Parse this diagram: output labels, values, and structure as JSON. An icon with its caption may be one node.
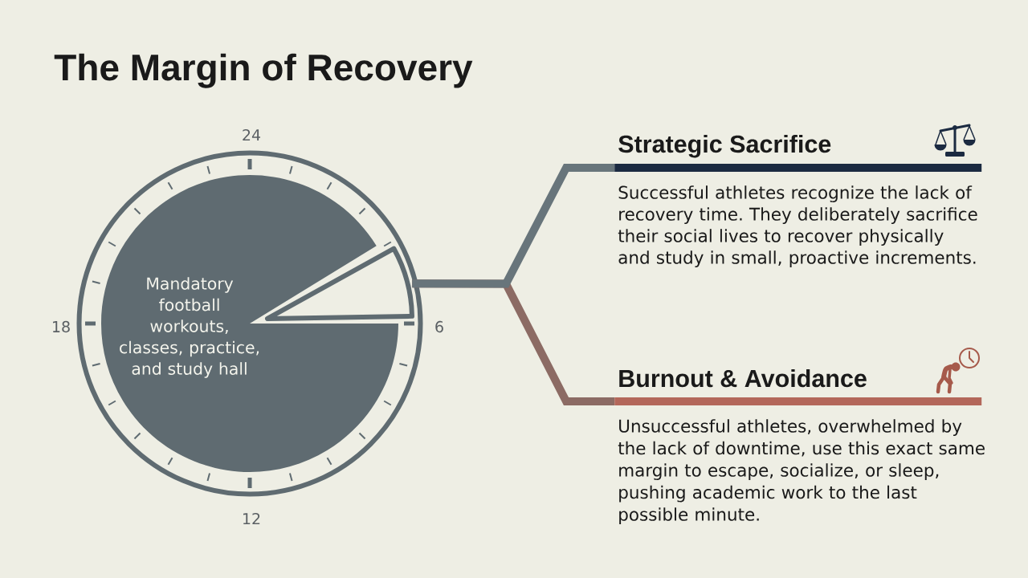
{
  "diagram": {
    "title": "The Margin of Recovery",
    "nodes": [
      {
        "text": [
          "Mandatory football workouts, classes, practice, and study hall"
        ]
      },
      {
        "text": [],
        "shape": "wedge"
      },
      {
        "text": [
          "Strategic Sacrifice",
          "Successful athletes recognize the lack of recovery time. They deliberately sacrifice their social lives to recover physically and study in small, proactive increments."
        ]
      },
      {
        "text": [
          "Burnout & Avoidance",
          "Unsuccessful athletes, overwhelmed by the lack of downtime, use this exact same margin to escape, socialize, or sleep, pushing academic work to the last possible minute."
        ]
      }
    ],
    "edges": [
      {
        "from": 1,
        "to": 2,
        "arrow": "none",
        "color": "#68757b"
      },
      {
        "from": 1,
        "to": 3,
        "arrow": "none",
        "color": "#8c6b64"
      }
    ],
    "labels": [
      "24",
      "18",
      "6",
      "12"
    ]
  }
}
